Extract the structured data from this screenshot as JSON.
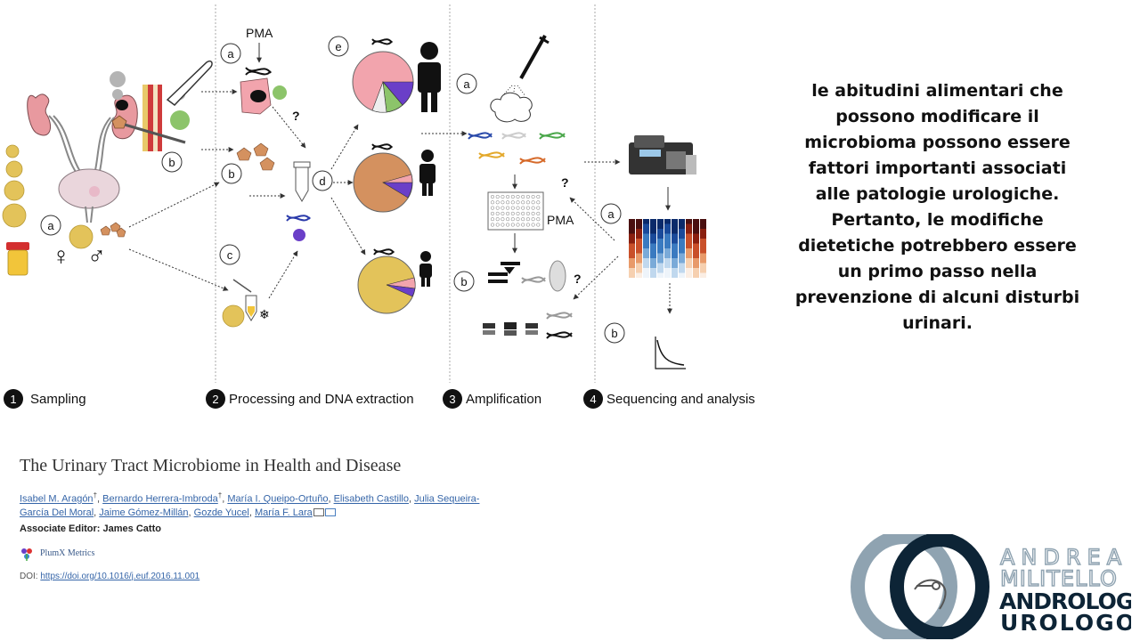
{
  "diagram": {
    "steps": [
      {
        "num": "1",
        "label": "Sampling"
      },
      {
        "num": "2",
        "label": "Processing and DNA extraction"
      },
      {
        "num": "3",
        "label": "Amplification"
      },
      {
        "num": "4",
        "label": "Sequencing and analysis"
      }
    ],
    "pma_top": "PMA",
    "pma_mid": "PMA",
    "question": "?",
    "circle_labels": {
      "s1_a": "a",
      "s1_b": "b",
      "s2_a": "a",
      "s2_b": "b",
      "s2_c": "c",
      "s2_d": "d",
      "s2_e": "e",
      "s3_a": "a",
      "s3_b": "b",
      "s4_a": "a",
      "s4_b": "b"
    },
    "sex_female": "♀",
    "sex_male": "♂"
  },
  "side_text": "le abitudini alimentari che possono modificare il microbioma possono essere fattori importanti associati alle patologie urologiche. Pertanto, le modifiche dietetiche potrebbero essere un primo passo nella prevenzione di alcuni disturbi urinari.",
  "paper": {
    "title": "The Urinary Tract Microbiome in Health and Disease",
    "authors": [
      "Isabel M. Aragón",
      "Bernardo Herrera-Imbroda",
      "María I. Queipo-Ortuño",
      "Elisabeth Castillo",
      "Julia Sequeira-García Del Moral",
      "Jaime Gómez-Millán",
      "Gozde Yucel",
      "María F. Lara"
    ],
    "dagger": "†",
    "editor_label": "Associate Editor:",
    "editor_name": "James Catto",
    "plumx": "PlumX Metrics",
    "doi_label": "DOI:",
    "doi_link": "https://doi.org/10.1016/j.euf.2016.11.001"
  },
  "logo": {
    "line1": "ANDREA",
    "line2": "MILITELLO",
    "line3": "ANDROLOGO",
    "line4": "UROLOGO"
  },
  "colors": {
    "kidney": "#e8999f",
    "tan": "#d4915f",
    "yellow": "#e3c35a",
    "green": "#8cc46a",
    "pink": "#f2a4ad",
    "purple": "#6a3fc8",
    "urine": "#f2c53a",
    "logo_blue": "#8fa3b1",
    "logo_dark": "#0d2436"
  }
}
